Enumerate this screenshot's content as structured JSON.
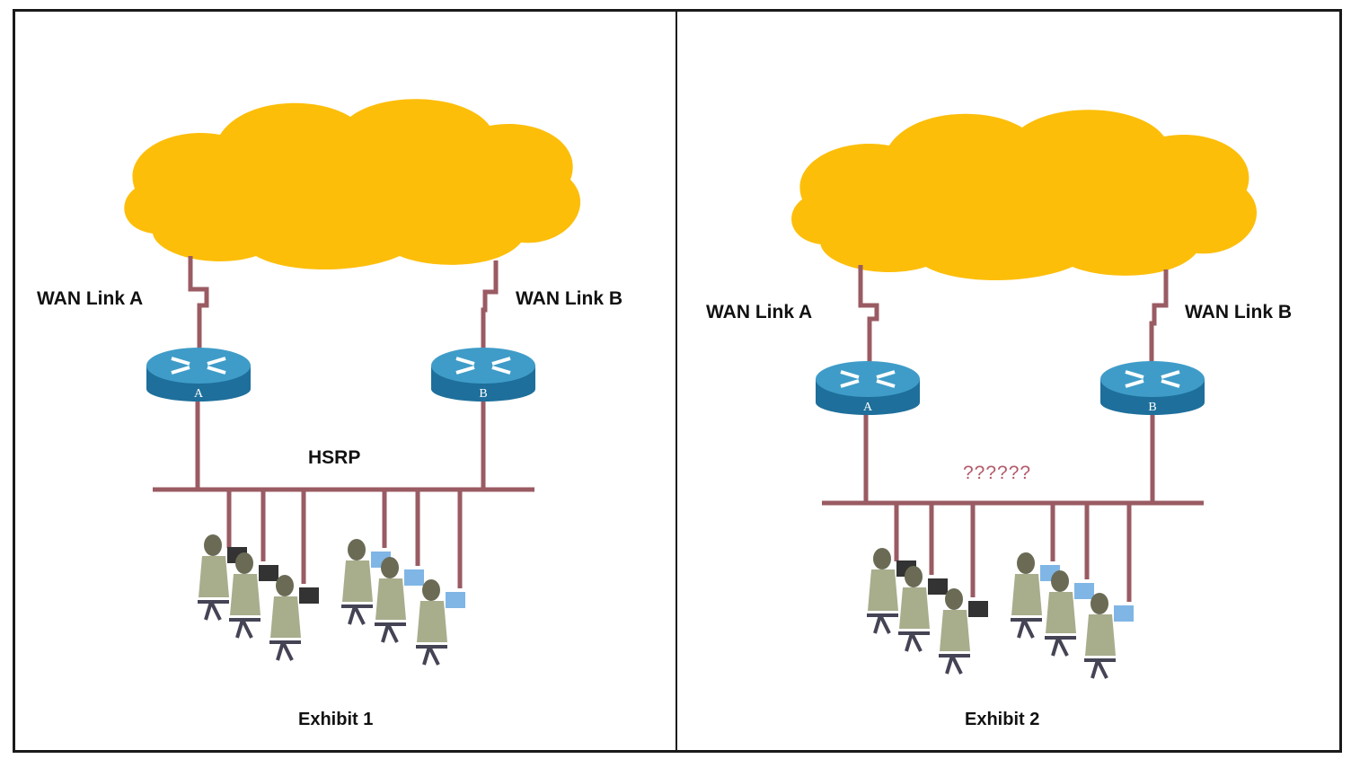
{
  "colors": {
    "cloud": "#FDBE0A",
    "link": "#9A5B63",
    "router_top": "#3F9CC8",
    "router_side": "#1E6F9B",
    "frame": "#1a1a1a"
  },
  "exhibit1": {
    "wan_link_a": "WAN Link A",
    "wan_link_b": "WAN Link B",
    "router_a_label": "A",
    "router_b_label": "B",
    "protocol_label": "HSRP",
    "caption": "Exhibit 1"
  },
  "exhibit2": {
    "wan_link_a": "WAN Link A",
    "wan_link_b": "WAN Link B",
    "router_a_label": "A",
    "router_b_label": "B",
    "protocol_label": "??????",
    "caption": "Exhibit 2"
  },
  "icons": [
    "cloud-icon",
    "router-icon",
    "workstation-user-icon"
  ]
}
